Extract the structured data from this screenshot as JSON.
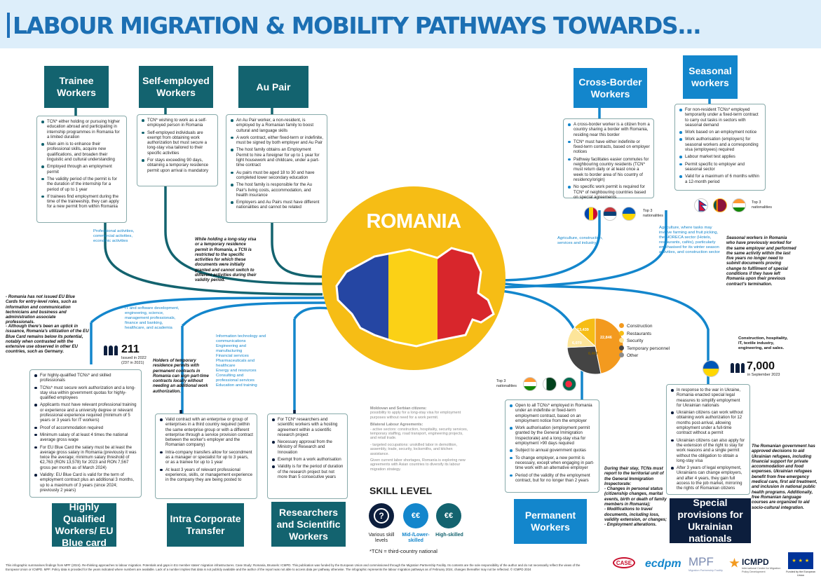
{
  "title": "LABOUR MIGRATION & MOBILITY PATHWAYS TOWARDS...",
  "country": "ROMANIA",
  "colors": {
    "teal": "#13636f",
    "blue": "#1386cc",
    "navy": "#0c1e3d",
    "yellow": "#f6bd15",
    "accent": "#1c6fb3"
  },
  "trainee": {
    "title": "Trainee Workers",
    "items": [
      "TCN* either holding or pursuing higher education abroad and participating in internship programmes in Romania for a limited duration",
      "Main aim is to enhance their professional skills, acquire new qualifications, and broaden their linguistic and cultural understanding",
      "Employed through an employment permit",
      "The validity period of the permit is for the duration of the internship for a period of up to 1 year",
      "If trainees find employment during the time of the traineeship, they can apply for a new permit from within Romania"
    ],
    "note": "Professional activities, commercial activities, economic activities"
  },
  "selfemp": {
    "title": "Self-employed Workers",
    "items": [
      "TCN* wishing to work as a self-employed person in Romania",
      "Self-employed individuals are exempt from obtaining work authorization but must secure a long-stay visa tailored to their specific activities",
      "For stays exceeding 90 days, obtaining a temporary residence permit upon arrival is mandatory"
    ]
  },
  "aupair": {
    "title": "Au Pair",
    "items": [
      "An Au Pair worker, a non-resident, is employed by a Romanian family to boost cultural and language skills",
      "A work contract, either fixed-term or indefinite, must be signed by both employer and Au Pair",
      "The host family obtains an Employment Permit to hire a foreigner for up to 1 year for light housework and childcare, under a part-time contract",
      "Au pairs must be aged 18 to 30 and have completed lower secondary education",
      "The host family is responsible for the Au Pair's living costs, accommodation, and health insurance",
      "Employers and Au Pairs must have different nationalities and cannot be related"
    ]
  },
  "longstay_note": "While holding a long-stay visa or a temporary residence permit in Romania, a TCN is restricted to the specific activities for which these documents were initially granted and cannot switch to different activities during their validity period.",
  "crossborder": {
    "title": "Cross-Border Workers",
    "items": [
      "A cross-border worker is a citizen from a country sharing a border with Romania, residing near this border",
      "TCN* must have either indefinite or fixed-term contracts, based on employer notices",
      "Pathway facilitates easier commutes for neighbouring country residents (TCN* must return daily or at least once a week to border area of his country of residency/origin)",
      "No specific work permit is required for TCN* of neighbouring countries based on special agreements"
    ],
    "top3": "Top 3 nationalities",
    "note": "Agriculture, construction, services and industry"
  },
  "seasonal": {
    "title": "Seasonal workers",
    "items": [
      "For non-resident TCNs* employed temporarily under a fixed-term contract to carry out tasks in sectors with seasonal demand",
      "Work based on an employment notice",
      "Work authorisation (employers) for seasonal workers and a corresponding visa (employees) required",
      "Labour market test applies",
      "Permit specific to employer and seasonal sector",
      "Valid for a maximum of 6 months within a 12-month period"
    ],
    "top3": "Top 3 nationalities",
    "note": "Agriculture, where tasks may involve farming and fruit picking, the HORECA sector (Hotels, restaurants, cafés), particularly emphasised for its winter season activities, and construction sector",
    "side": "Seasonal workers in Romania who have previously worked for the same employer and performed the same activity within the last five years no longer need to submit documents proving change to fulfilment of special conditions if they have left Romania upon their previous contract's termination."
  },
  "bluecard": {
    "title": "Highly Qualified Workers/ EU Blue card",
    "left_note1": "- Romania has not issued EU Blue Cards for entry-level roles, such as information and communication technicians and business and administration associate professionals.",
    "left_note2": "- Although there's been an uptick in issuance, Romania's utilization of the EU Blue Card remains below its potential, notably when contrasted with the extensive use observed in other EU countries, such as Germany.",
    "sectors": "IT and software development, engineering, science, management professionals, finance and banking, healthcare, and academia",
    "stat": "211",
    "stat_label": "Issued in 2022 (237 in 2021)",
    "items": [
      "For highly-qualified TCNs* and skilled professionals",
      "TCNs* must secure work authorization and a long-stay visa within government quotas for highly-qualified employees",
      "Applicants must have relevant professional training or experience and a university degree or relevant professional experience required (minimum of 5 years or 3 years for IT workers)",
      "Proof of accommodation required",
      "Minimum salary of at least 4 times the national average gross wage",
      "For EU Blue Card the salary must be at least the average gross salary in Romania (previously it was twice the average; minimum salary threshold of €2,763 (RON 13,578) for 2023 and RON 7,567 gross per month as of March 2024)",
      "Validity: EU Blue Card is valid for the term of employment contract plus an additional 3 months, up to a maximum of 3 years (since 2024; previously 2 years)"
    ]
  },
  "ict": {
    "title": "Intra Corporate Transfer",
    "note": "Holders of temporary residence permits with permanent contracts in Romania can sign part-time contracts locally without needing an additional work authorization.",
    "sectors": [
      "Information technology and communications",
      "Engineering and manufacturing",
      "Financial services",
      "Pharmaceuticals and healthcare",
      "Energy and resources",
      "Consulting and professional services",
      "Education and training"
    ],
    "items": [
      "Valid contract with an enterprise or group of enterprises in a third country required (within the same enterprise group or with a different enterprise through a service provision contract between the worker's employer and the Romanian company)",
      "Intra-company transfers allow for secondment as a manager or specialist for up to 3 years, or as a trainee for up to 1 year",
      "At least 3 years of relevant professional experience, skills, or management experience in the company they are being posted to"
    ]
  },
  "researchers": {
    "title": "Researchers and Scientific Workers",
    "items": [
      "For TCN* researchers and scientific workers with a hosting agreement within a scientific research project",
      "Necessary approval from the Ministry of Research and Innovation",
      "Exempt from a work authorisation",
      "Validity is for the period of duration of the research project but not more than 5 consecutive years"
    ]
  },
  "moldova": {
    "h1": "Moldovan and Serbian citizens:",
    "t1": "possibility to apply for a long-stay visa for employment purposes without need for a work permit.",
    "h2": "Bilateral Labour Agreements:",
    "t2": "- active sectors: construction, hospitality, security services, temporary staffing, road transport, engineering projects, and retail trade.",
    "t3": "- targeted occupations: unskilled labor in demolition, assembly, trade, security, locksmiths, and kitchen assistance.",
    "t4": "Given current labor shortages, Romania is exploring new agreements with Asian countries to diversify its labour migration strategy."
  },
  "skill": {
    "title": "SKILL LEVEL",
    "levels": [
      {
        "icon": "?",
        "label": "Various skill levels",
        "color": "#0c1e3d"
      },
      {
        "icon": "€€",
        "label": "Mid-/Lower-skilled",
        "color": "#1386cc"
      },
      {
        "icon": "€€",
        "label": "High-skilled",
        "color": "#13636f"
      }
    ],
    "tcn": "*TCN = third-country national"
  },
  "permanent": {
    "title": "Permanent Workers",
    "top3": "Top 3 nationalities",
    "items": [
      "Open to all TCNs* employed in Romania under an indefinite or fixed-term employment contract, based on an employment notice from the employer",
      "Work authorisation (employment permit granted by the General Immigration Inspectorate) and a long-stay visa for employment >90 days required",
      "Subject to annual government quotas",
      "To change employer, a new permit is necessary, except when engaging in part-time work with an alternative employer",
      "Period of the validity of the employment contract, but for no longer than 2 years"
    ],
    "side_h": "During their stay, TCNs must report to the territorial unit of the General Immigration Inspectorate:",
    "side_items": [
      "- Changes in personal status (citizenship changes, marital events, birth or death of family members in Romania);",
      "- Modifications to travel documents, including loss, validity extension, or changes;",
      "- Employment alterations."
    ]
  },
  "pie": {
    "values": [
      22846,
      13439,
      6070,
      6467
    ],
    "labels": [
      "22,846",
      "13,439",
      "6,070",
      "6,467"
    ],
    "legend": [
      {
        "label": "Construction",
        "color": "#f39a1f"
      },
      {
        "label": "Restaurants",
        "color": "#f6bd15"
      },
      {
        "label": "Security",
        "color": "#fde59a"
      },
      {
        "label": "Temporary personnel",
        "color": "#444444"
      },
      {
        "label": "Other",
        "color": "#8a8a8a"
      }
    ]
  },
  "ukraine": {
    "title": "Special provisions for Ukrainian nationals",
    "sectors": "Construction, hospitality, IT, textile industry, engineering, and sales.",
    "stat": "7,000",
    "stat_label": "in September 2023",
    "items": [
      "In response to the war in Ukraine, Romania enacted special legal measures to simplify employment for Ukrainian nationals",
      "Ukrainian citizens can work without obtaining work authorization for 12 months post-arrival, allowing employment under a full-time contract without a permit",
      "Ukrainian citizens can also apply for the extension of the right to stay for work reasons and a single permit without the obligation to obtain a long-stay visa",
      "After 3 years of legal employment, Ukrainians can change employers, and after 4 years, they gain full access to the job market, mirroring the rights of Romanian citizens"
    ],
    "side": "The Romanian government has approved decisions to aid Ukrainian refugees, including financial support for private accommodation and food expenses. Ukrainian refugees benefit from free emergency medical care, first aid treatment, and inclusion in national public health programs. Additionally, free Romanian language courses are organized to aid socio-cultural integration."
  },
  "footer": "This infographic summarises findings from MPF (2024). Re-thinking approaches to labour migration. Potentials and gaps in EU member states' migration infrastructures. Case Study: Romania, Brussels: ICMPD. This publication was funded by the European Union and commissioned through the Migration Partnership Facility. Its contents are the sole responsibility of the author and do not necessarily reflect the views of the European Union or ICMPD. MPF. Policy data is provided for the years indicated where numbers are available. Lack of a number implies that data is not publicly available and the author of the report was not able to access data per pathway otherwise. The infographic represents the labour migration pathways as of February 2024, changes thereafter may not be reflected. © ICMPD 2024",
  "logos": {
    "case": "CASE",
    "ecdpm": "ecdpm",
    "mpf": "MPF",
    "mpf_sub": "Migration Partnership Facility",
    "icmpd": "ICMPD",
    "icmpd_sub": "International Centre for Migration Policy Development",
    "eu": "Funded by the European Union"
  }
}
